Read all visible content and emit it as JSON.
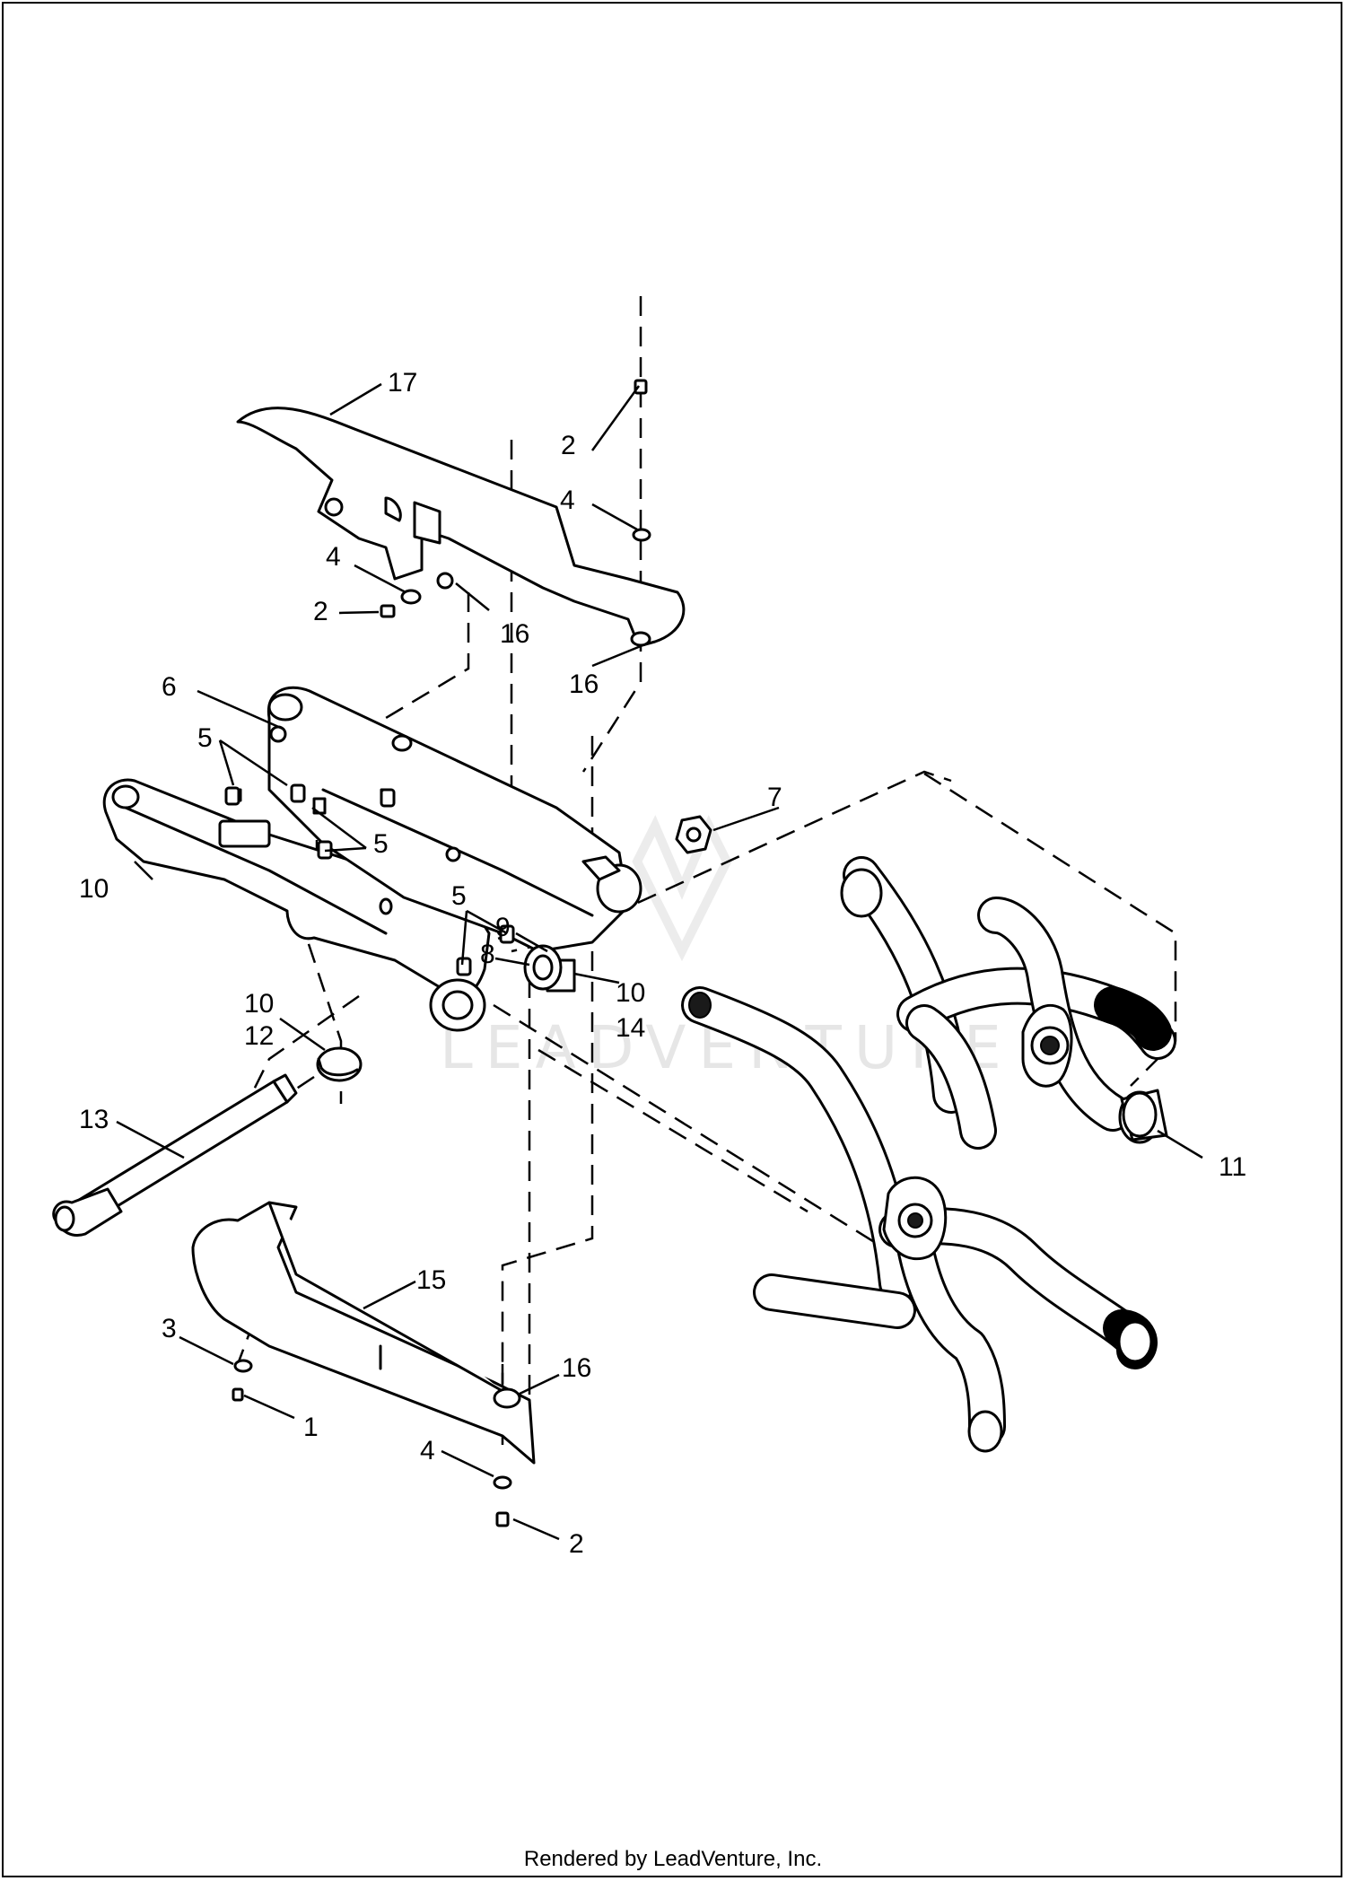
{
  "watermark": {
    "text": "LEADVENTURE"
  },
  "footer": {
    "text": "Rendered by LeadVenture, Inc."
  },
  "callouts": {
    "c17": "17",
    "c2_top": "2",
    "c4_top": "4",
    "c4_left": "4",
    "c2_left": "2",
    "c16_upper_left": "16",
    "c16_upper_right": "16",
    "c6": "6",
    "c5_a": "5",
    "c5_b": "5",
    "c5_c": "5",
    "c7": "7",
    "c10_left": "10",
    "c9": "9",
    "c8": "8",
    "c10_mid": "10",
    "c14": "14",
    "c10_bushing": "10",
    "c12": "12",
    "c13": "13",
    "c11": "11",
    "c15": "15",
    "c3": "3",
    "c16_lower": "16",
    "c1": "1",
    "c4_lower": "4",
    "c2_lower": "2"
  }
}
